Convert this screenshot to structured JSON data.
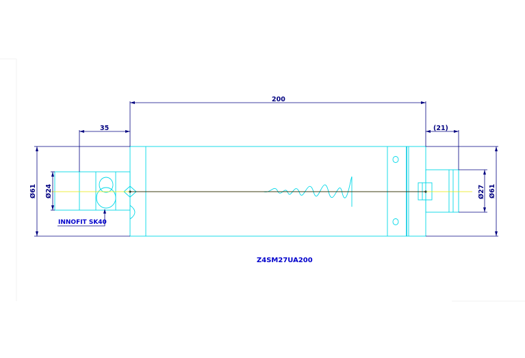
{
  "drawing": {
    "model": "Z4SM27UA200",
    "label": "INNOFIT SK40",
    "dimensions": {
      "overall_length": "200",
      "left_shaft_length": "35",
      "right_shaft_length": "(21)",
      "tube_diameter_left": "Ø61",
      "tube_diameter_right": "Ø61",
      "left_shaft_diameter": "Ø24",
      "right_shaft_diameter": "Ø27"
    },
    "colors": {
      "dimension": "#000080",
      "part_outline": "#00d8e8",
      "center_line": "#e8e800",
      "text_blue": "#0000cc"
    }
  }
}
